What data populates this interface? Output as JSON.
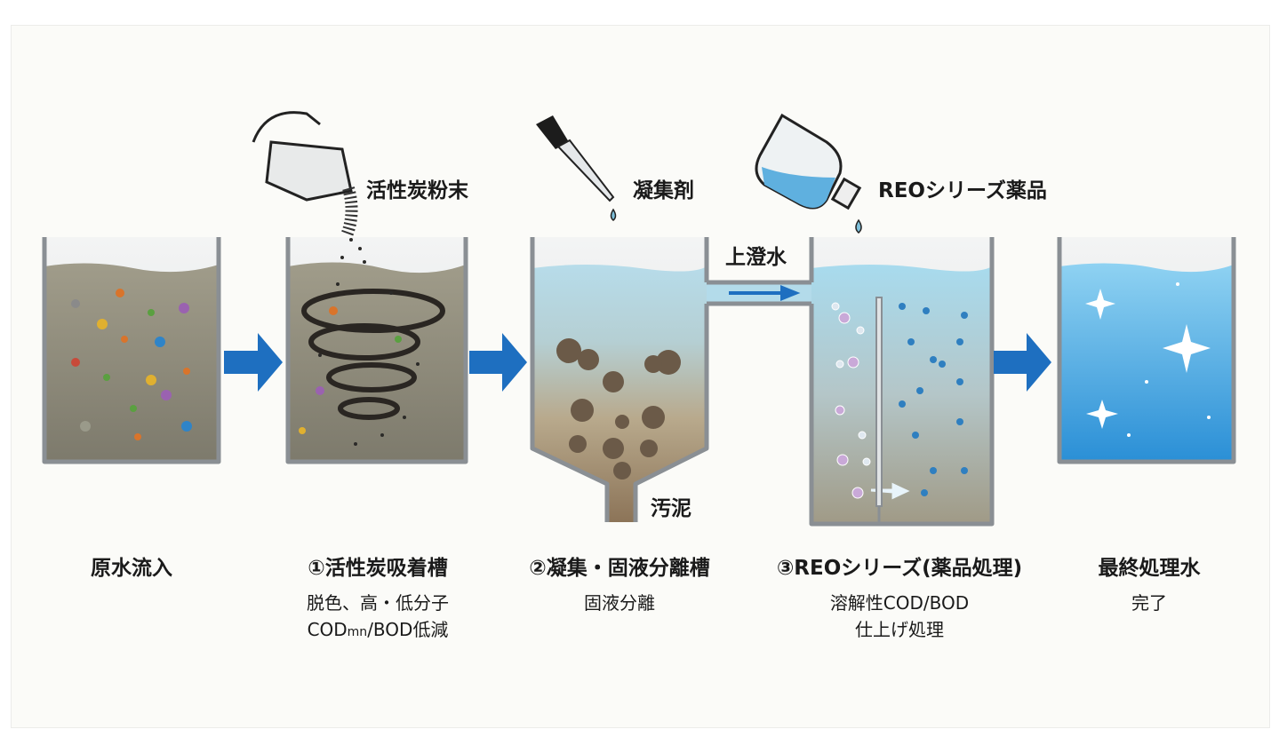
{
  "chemicals": {
    "activated_carbon": "活性炭粉末",
    "coagulant": "凝集剤",
    "reo_chemical": "REOシリーズ薬品"
  },
  "flow": {
    "supernatant": "上澄水",
    "sludge": "汚泥"
  },
  "stages": [
    {
      "title": "原水流入",
      "lines": []
    },
    {
      "title": "①活性炭吸着槽",
      "lines": [
        "脱色、高・低分子",
        "COD",
        "mn",
        "/BOD低減"
      ]
    },
    {
      "title": "②凝集・固液分離槽",
      "lines": [
        "固液分離"
      ]
    },
    {
      "title": "③REOシリーズ(薬品処理)",
      "lines": [
        "溶解性COD/BOD",
        "仕上げ処理"
      ]
    },
    {
      "title": "最終処理水",
      "lines": [
        "完了"
      ]
    }
  ],
  "colors": {
    "arrow": "#1e6fc0",
    "raw_water": "#8d8a7a",
    "clean_water": "#3aa3e0"
  }
}
